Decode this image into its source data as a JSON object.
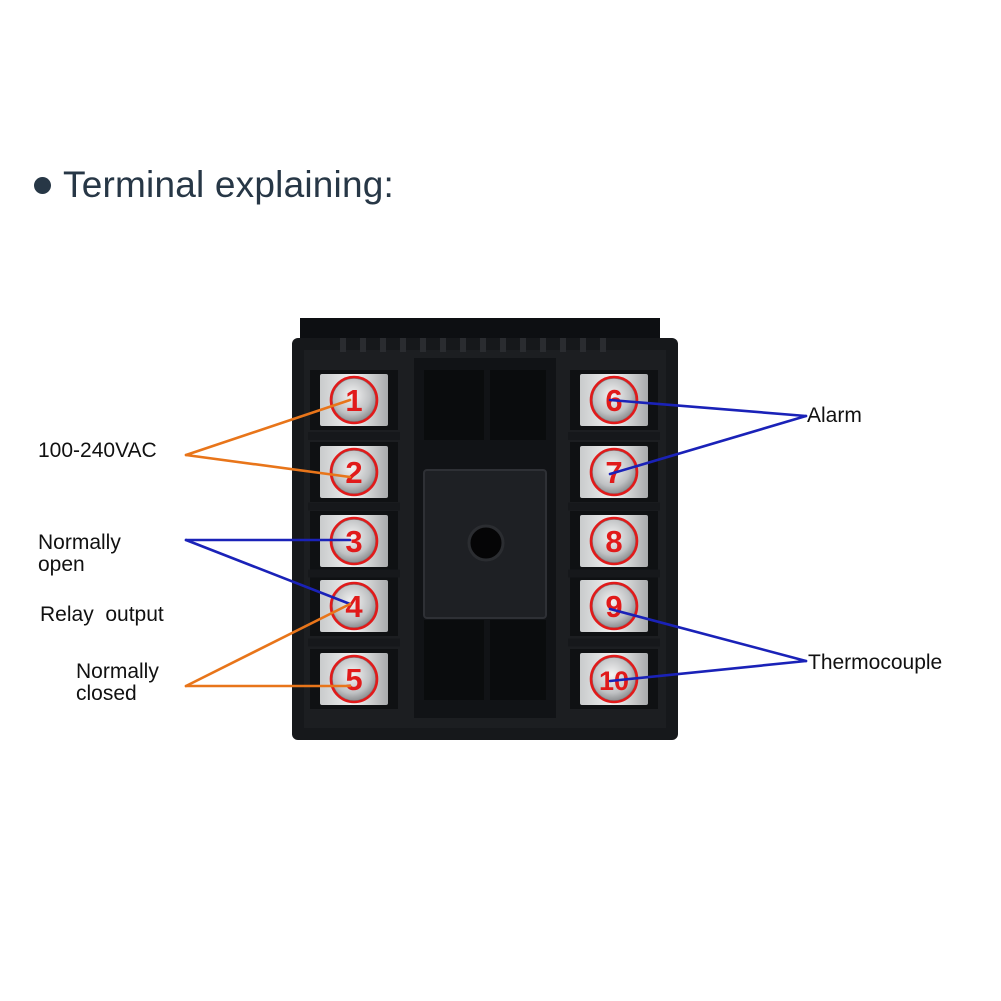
{
  "heading": {
    "title": "Terminal explaining:"
  },
  "colors": {
    "orange": "#e8751a",
    "blue": "#1a22b8",
    "red": "#e11a1a",
    "body": "#16181b"
  },
  "terminals": {
    "left": [
      "1",
      "2",
      "3",
      "4",
      "5"
    ],
    "right": [
      "6",
      "7",
      "8",
      "9",
      "10"
    ]
  },
  "labels": {
    "power": "100-240VAC",
    "normally_open_1": "Normally",
    "normally_open_2": "open",
    "relay_output": "Relay  output",
    "normally_closed_1": "Normally",
    "normally_closed_2": "closed",
    "alarm": "Alarm",
    "thermocouple": "Thermocouple"
  }
}
